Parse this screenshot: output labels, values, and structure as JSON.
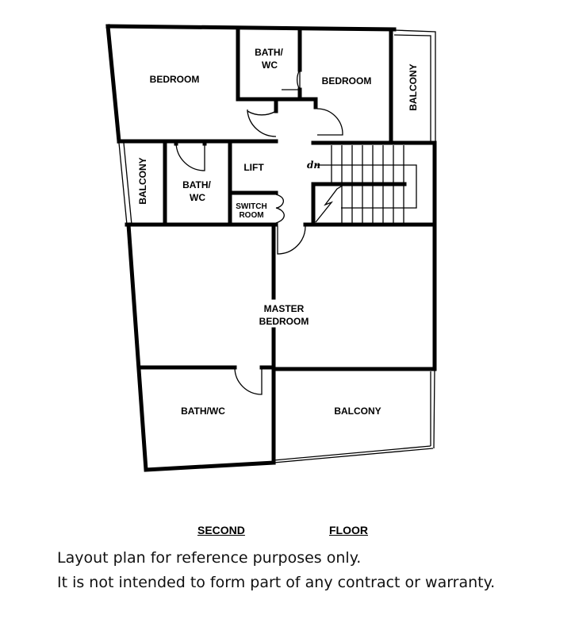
{
  "rooms": {
    "bedroom_1": "BEDROOM",
    "bath_1": [
      "BATH/",
      "WC"
    ],
    "bedroom_2": "BEDROOM",
    "balcony_right": "BALCONY",
    "balcony_left": "BALCONY",
    "bath_2": [
      "BATH/",
      "WC"
    ],
    "lift": "LIFT",
    "switch_room": [
      "SWITCH",
      "ROOM"
    ],
    "stairs_label": "dn",
    "master_bedroom": [
      "MASTER",
      "BEDROOM"
    ],
    "bath_3": "BATH/WC",
    "balcony_bottom": "BALCONY"
  },
  "caption": {
    "left": "SECOND",
    "right": "FLOOR"
  },
  "disclaimer": [
    "Layout plan for reference purposes only.",
    "It is not intended to form part of any contract or warranty."
  ]
}
